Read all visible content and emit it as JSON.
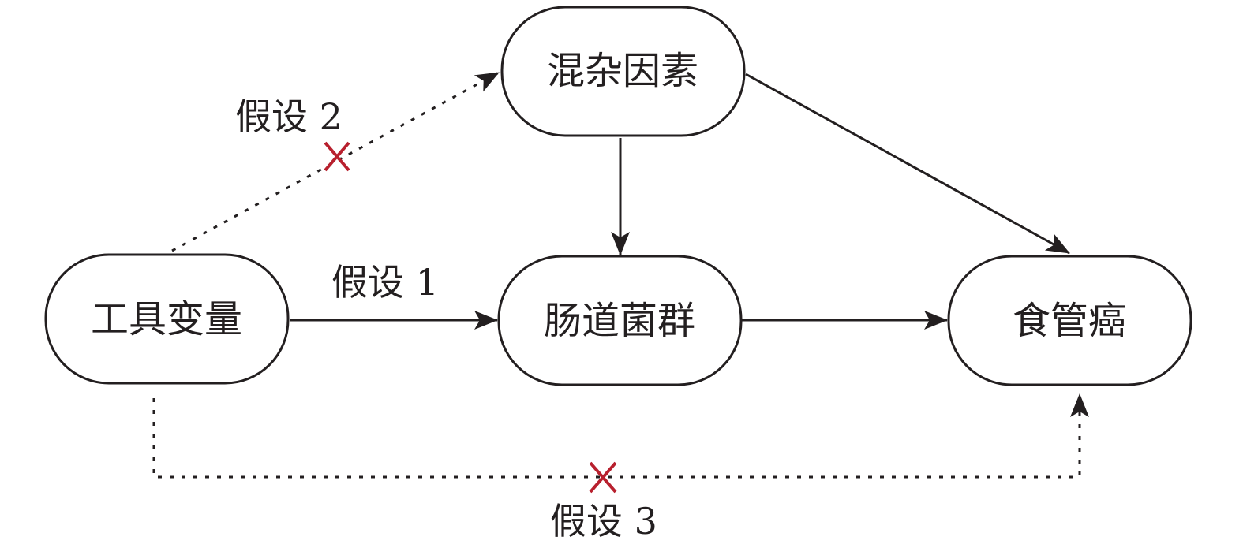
{
  "nodes": {
    "confounders": "混杂因素",
    "instrument": "工具变量",
    "gut_microbiota": "肠道菌群",
    "esophageal_cancer": "食管癌"
  },
  "assumptions": {
    "a1": "假设 1",
    "a2": "假设 2",
    "a3": "假设 3"
  },
  "colors": {
    "line": "#231f20",
    "violation_mark": "#b8202e"
  }
}
